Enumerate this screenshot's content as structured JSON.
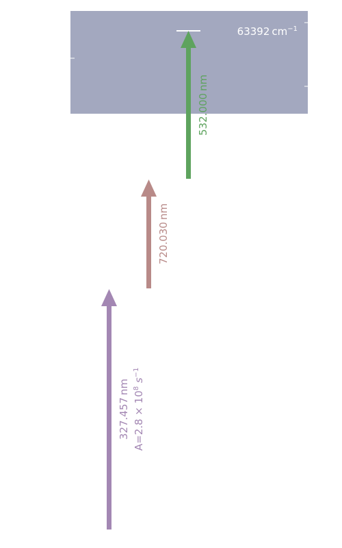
{
  "level": {
    "value": "63392",
    "unit": "cm",
    "exponent": "−1",
    "fill_color": "#a3a8bf",
    "label_color": "#ffffff"
  },
  "transitions": [
    {
      "wavelength": "532.000",
      "unit": "nm",
      "color": "#5ea35e"
    },
    {
      "wavelength": "720.030",
      "unit": "nm",
      "color": "#b88a88"
    },
    {
      "wavelength": "327.457",
      "unit": "nm",
      "color": "#a387b3",
      "rate": {
        "prefix": "A=2.8 × 10",
        "exponent": "8",
        "unit": " s",
        "unit_exponent": "−1"
      }
    }
  ]
}
